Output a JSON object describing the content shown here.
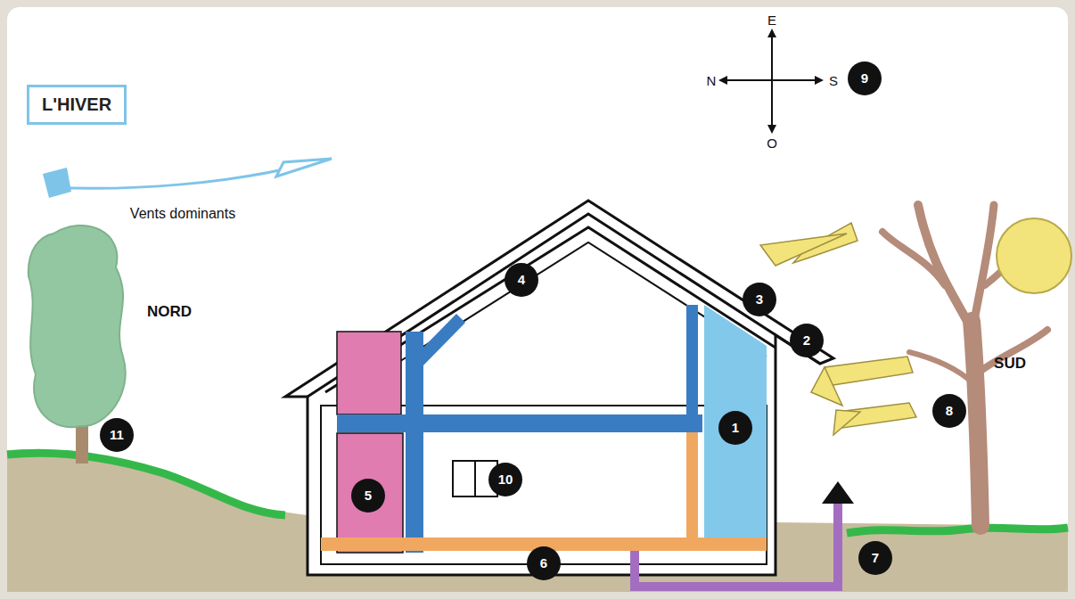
{
  "diagram": {
    "title": "L'HIVER",
    "labels": [
      "Vents dominants",
      "NORD",
      "SUD",
      "E",
      "N",
      "S",
      "O",
      "9",
      "4",
      "3",
      "2",
      "1",
      "8",
      "10",
      "5",
      "6",
      "7",
      "11"
    ]
  }
}
